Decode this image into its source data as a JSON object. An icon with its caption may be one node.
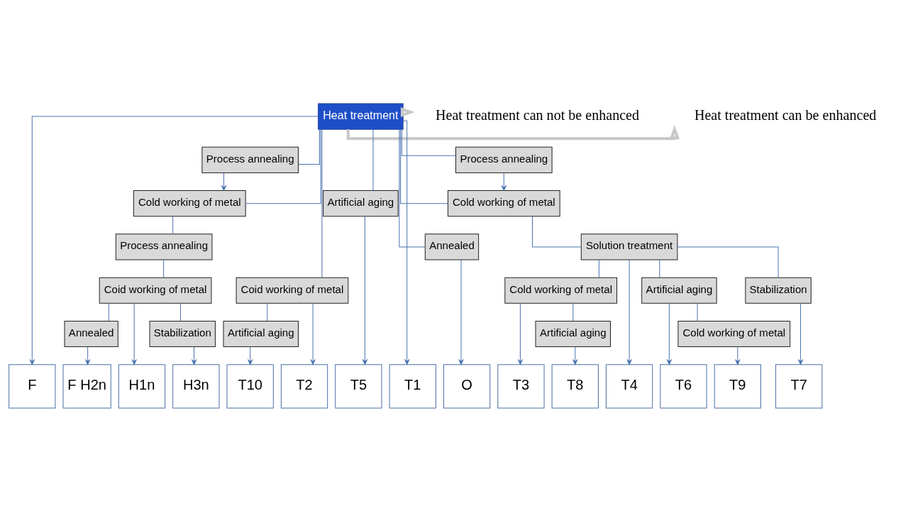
{
  "diagram": {
    "nodes": [
      {
        "text": [
          "Heat treatment can not be enhanced"
        ]
      },
      {
        "text": [
          "Heat treatment"
        ]
      },
      {
        "text": [
          "Heat treatment can be enhanced"
        ]
      },
      {
        "text": [
          "Process annealing"
        ]
      },
      {
        "text": [
          "Process annealing"
        ]
      },
      {
        "text": [
          "Cold working of metal"
        ]
      },
      {
        "text": [
          "Cold working of metal"
        ]
      },
      {
        "text": [
          "Process annealing"
        ]
      },
      {
        "text": [
          "Solution treatment"
        ]
      },
      {
        "text": [
          "Coid working of metal"
        ]
      },
      {
        "text": [
          "Coid working of metal"
        ]
      },
      {
        "text": [
          "Cold working of metal"
        ]
      },
      {
        "text": [
          "Artificial aging"
        ]
      },
      {
        "text": [
          "Stabilization"
        ]
      },
      {
        "text": [
          "Annealed"
        ]
      },
      {
        "text": [
          "Stabilization"
        ]
      },
      {
        "text": [
          "Artificial aging"
        ]
      },
      {
        "text": [
          "Artificial aging"
        ]
      },
      {
        "text": [
          "Annealed"
        ]
      },
      {
        "text": [
          "Artificial aging"
        ]
      },
      {
        "text": [
          "Cold working of metal"
        ]
      },
      {
        "text": [
          "F"
        ]
      },
      {
        "text": [
          "F H2n"
        ]
      },
      {
        "text": [
          "H1n"
        ]
      },
      {
        "text": [
          "H3n"
        ]
      },
      {
        "text": [
          "T10"
        ]
      },
      {
        "text": [
          "T2"
        ]
      },
      {
        "text": [
          "T5"
        ]
      },
      {
        "text": [
          "T1"
        ]
      },
      {
        "text": [
          "O"
        ]
      },
      {
        "text": [
          "T3"
        ]
      },
      {
        "text": [
          "T8"
        ]
      },
      {
        "text": [
          "T4"
        ]
      },
      {
        "text": [
          "T6"
        ]
      },
      {
        "text": [
          "T9"
        ]
      },
      {
        "text": [
          "T7"
        ]
      }
    ],
    "edges": [
      {
        "from": 1,
        "to": 0,
        "arrow": "to",
        "style": "thick",
        "color": "#c8c8c8"
      },
      {
        "from": 1,
        "to": 2,
        "arrow": "to",
        "style": "thick",
        "color": "#c8c8c8"
      },
      {
        "from": 1,
        "to": 21,
        "arrow": "to"
      },
      {
        "from": 1,
        "to": 3,
        "arrow": "none"
      },
      {
        "from": 3,
        "to": 5,
        "arrow": "to"
      },
      {
        "from": 1,
        "to": 5,
        "arrow": "none"
      },
      {
        "from": 5,
        "to": 7,
        "arrow": "none"
      },
      {
        "from": 7,
        "to": 9,
        "arrow": "none"
      },
      {
        "from": 9,
        "to": 14,
        "arrow": "none"
      },
      {
        "from": 9,
        "to": 23,
        "arrow": "to"
      },
      {
        "from": 9,
        "to": 15,
        "arrow": "none"
      },
      {
        "from": 14,
        "to": 22,
        "arrow": "to"
      },
      {
        "from": 15,
        "to": 24,
        "arrow": "to"
      },
      {
        "from": 1,
        "to": 28,
        "arrow": "to"
      },
      {
        "from": 1,
        "to": 10,
        "arrow": "none"
      },
      {
        "from": 1,
        "to": 17,
        "arrow": "none"
      },
      {
        "from": 1,
        "to": 18,
        "arrow": "none"
      },
      {
        "from": 10,
        "to": 16,
        "arrow": "none"
      },
      {
        "from": 10,
        "to": 26,
        "arrow": "to"
      },
      {
        "from": 16,
        "to": 25,
        "arrow": "to"
      },
      {
        "from": 17,
        "to": 27,
        "arrow": "to"
      },
      {
        "from": 18,
        "to": 29,
        "arrow": "to"
      },
      {
        "from": 1,
        "to": 4,
        "arrow": "none"
      },
      {
        "from": 4,
        "to": 6,
        "arrow": "to"
      },
      {
        "from": 1,
        "to": 6,
        "arrow": "none"
      },
      {
        "from": 6,
        "to": 8,
        "arrow": "none"
      },
      {
        "from": 8,
        "to": 11,
        "arrow": "none"
      },
      {
        "from": 8,
        "to": 32,
        "arrow": "to"
      },
      {
        "from": 8,
        "to": 12,
        "arrow": "none"
      },
      {
        "from": 8,
        "to": 13,
        "arrow": "none"
      },
      {
        "from": 11,
        "to": 30,
        "arrow": "to"
      },
      {
        "from": 11,
        "to": 19,
        "arrow": "none"
      },
      {
        "from": 19,
        "to": 31,
        "arrow": "to"
      },
      {
        "from": 12,
        "to": 33,
        "arrow": "to"
      },
      {
        "from": 12,
        "to": 20,
        "arrow": "none"
      },
      {
        "from": 20,
        "to": 34,
        "arrow": "to"
      },
      {
        "from": 13,
        "to": 35,
        "arrow": "to"
      }
    ]
  }
}
